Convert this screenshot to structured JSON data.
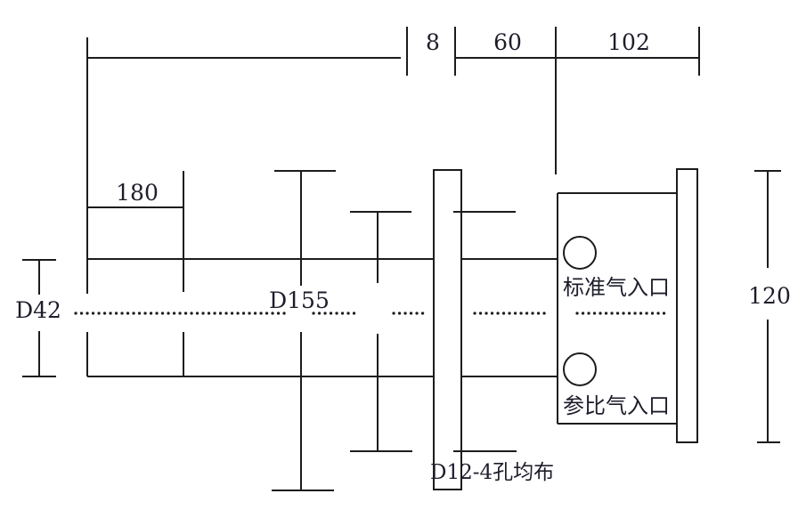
{
  "drawing": {
    "type": "engineering-section-diagram",
    "colors": {
      "line": "#1c1c1c",
      "text": "#1d1d2b",
      "background": "#ffffff"
    },
    "dimensions": {
      "top_gap": "8",
      "top_middle": "60",
      "top_right": "102",
      "left_length": "180",
      "tube_diameter": "D42",
      "flange_diameter": "D155",
      "right_height": "120"
    },
    "annotations": {
      "bolt_holes": "D12-4孔均布"
    },
    "ports": {
      "standard_gas": "标准气入口",
      "reference_gas": "参比气入口"
    }
  }
}
